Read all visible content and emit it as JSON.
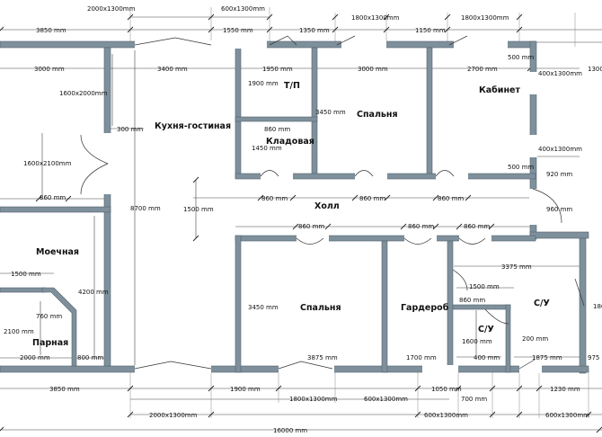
{
  "rooms": {
    "kitchen": "Кухня-гостиная",
    "toilet": "Т/П",
    "storage": "Кладовая",
    "bedroom_top": "Спальня",
    "study": "Кабинет",
    "hall": "Холл",
    "washroom": "Моечная",
    "steam": "Парная",
    "bedroom_bottom": "Спальня",
    "wardrobe": "Гардероб",
    "bath_large": "С/У",
    "bath_small": "С/У"
  },
  "dims": {
    "top_win_1": "2000x1300mm",
    "top_win_2": "600x1300mm",
    "top_win_3": "1800x1300mm",
    "top_win_4": "1800x1300mm",
    "top_3850": "3850 mm",
    "top_1550": "1550 mm",
    "top_1350": "1350 mm",
    "top_1150": "1150 mm",
    "top_500": "500 mm",
    "top_1300": "1300",
    "t_3000a": "3000 mm",
    "t_3400": "3400 mm",
    "t_1950": "1950 mm",
    "t_3000b": "3000 mm",
    "t_2700": "2700 mm",
    "win_right_1": "400x1300mm",
    "win_right_2": "400x1300mm",
    "right_500": "500 mm",
    "right_920": "920 mm",
    "right_960": "960 mm",
    "left_win_1": "1600x2000mm",
    "left_door_1": "1600x2100mm",
    "left_300": "300 mm",
    "left_860": "860 mm",
    "v_8700": "8700 mm",
    "v_1900": "1900 mm",
    "v_3450a": "3450 mm",
    "v_1450": "1450 mm",
    "st_860": "860 mm",
    "hall_1500": "1500 mm",
    "hall_860a": "860 mm",
    "hall_860b": "860 mm",
    "hall_860c": "860 mm",
    "hall_860d": "860 mm",
    "hall_860e": "860 mm",
    "hall_860f": "860 mm",
    "wash_1500": "1500 mm",
    "wash_4200": "4200 mm",
    "steam_760": "760 mm",
    "steam_2100": "2100 mm",
    "steam_2000": "2000 mm",
    "steam_800": "800 mm",
    "bath_3375": "3375 mm",
    "bath_1500": "1500 mm",
    "bath_860": "860 mm",
    "bath_1600": "1600 mm",
    "bath_200": "200 mm",
    "bath_400": "400 mm",
    "bath_1875": "1875 mm",
    "bath_975": "975 m",
    "bath_r_186": "186",
    "v_3450b": "3450 mm",
    "b_3875": "3875 mm",
    "b_1700": "1700 mm",
    "bot_3850": "3850 mm",
    "bot_1900": "1900 mm",
    "bot_1050": "1050 mm",
    "bot_700": "700 mm",
    "bot_1230": "1230 mm",
    "bot_win_1": "1800x1300mm",
    "bot_win_2": "600x1300mm",
    "bot_win_3": "2000x1300mm",
    "bot_win_4": "600x1300mm",
    "bot_win_5": "600x1300mm",
    "total": "16000 mm"
  }
}
